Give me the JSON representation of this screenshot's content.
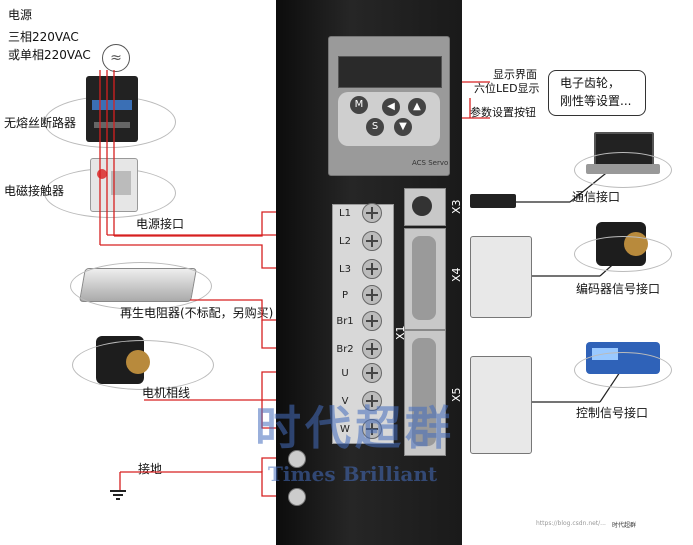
{
  "power": {
    "title": "电源",
    "three_phase": "三相220VAC",
    "single_phase": "或单相220VAC"
  },
  "left_labels": {
    "breaker": "无熔丝断路器",
    "contactor": "电磁接触器",
    "power_port": "电源接口",
    "regen_resistor": "再生电阻器(不标配，另购买)",
    "motor_phase": "电机相线",
    "ground": "接地"
  },
  "right_labels": {
    "display": "显示界面",
    "led": "六位LED显示",
    "param_keys": "参数设置按钮",
    "callout_line1": "电子齿轮，",
    "callout_line2": "刚性等设置...",
    "comm_port": "通信接口",
    "encoder_port": "编码器信号接口",
    "control_port": "控制信号接口"
  },
  "drive": {
    "model": "ACS Servo",
    "keys": {
      "m": "M",
      "left": "◀",
      "up": "▲",
      "s": "S",
      "down": "▼"
    }
  },
  "terminals": [
    "L1",
    "L2",
    "L3",
    "P",
    "Br1",
    "Br2",
    "U",
    "V",
    "W"
  ],
  "connectors": {
    "x1": "X1",
    "x3": "X3",
    "x4": "X4",
    "x5": "X5"
  },
  "watermark": {
    "cn": "时代超群",
    "en": "Times Brilliant"
  },
  "footer": {
    "left": "https://blog.csdn.net/...",
    "right": "时代超群"
  },
  "colors": {
    "wire_red": "#d62020",
    "wire_black": "#222222",
    "drive_body": "#1c1c1c",
    "watermark": "#466ebe"
  }
}
